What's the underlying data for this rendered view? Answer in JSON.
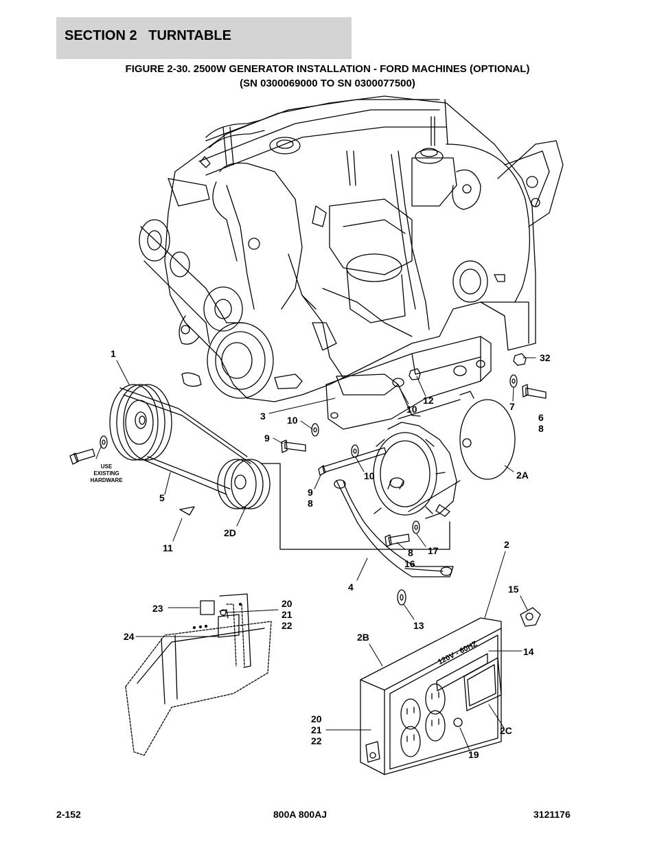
{
  "header": {
    "section": "SECTION 2   TURNTABLE",
    "figure_title_line1": "FIGURE 2-30. 2500W GENERATOR INSTALLATION - FORD MACHINES (OPTIONAL)",
    "figure_title_line2": "(SN 0300069000 TO SN 0300077500)"
  },
  "callouts": {
    "c1": "1",
    "c32": "32",
    "c12": "12",
    "c10a": "10",
    "c3": "3",
    "c7": "7",
    "c6": "6",
    "c8a": "8",
    "c10b": "10",
    "c9a": "9",
    "c10c": "10",
    "c9b": "9",
    "c8b": "8",
    "c2a": "2A",
    "c5": "5",
    "c11": "11",
    "c2d": "2D",
    "c17": "17",
    "c8c": "8",
    "c16": "16",
    "c2": "2",
    "c4": "4",
    "c15": "15",
    "c13": "13",
    "c20a": "20",
    "c21a": "21",
    "c22a": "22",
    "c23": "23",
    "c24": "24",
    "c2b": "2B",
    "c14": "14",
    "c20b": "20",
    "c21b": "21",
    "c22b": "22",
    "c2c": "2C",
    "c19": "19"
  },
  "note": {
    "line1": "USE",
    "line2": "EXISTING",
    "line3": "HARDWARE"
  },
  "panel_label": "120V - 60HZ",
  "footer": {
    "page": "2-152",
    "model": "800A 800AJ",
    "doc": "3121176"
  }
}
